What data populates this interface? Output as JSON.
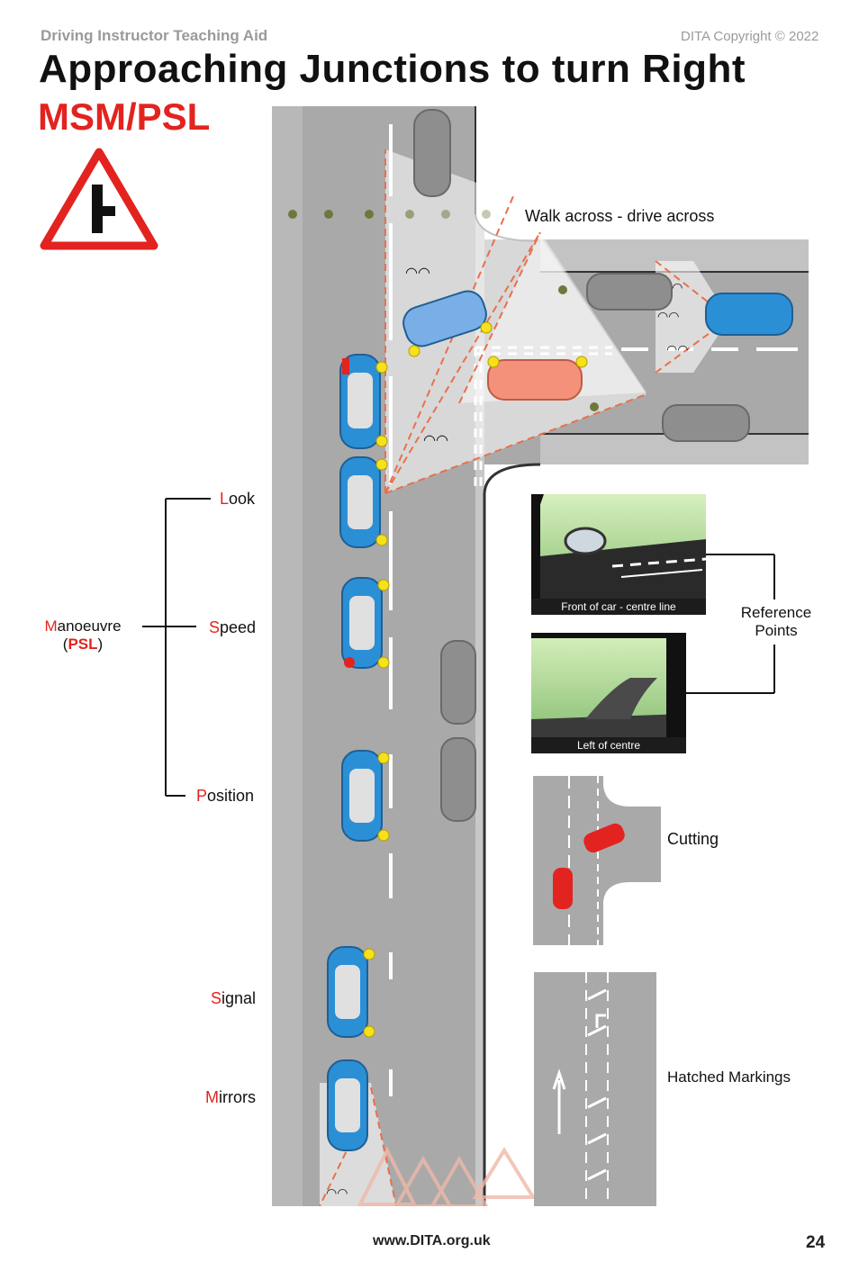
{
  "header": {
    "left": "Driving Instructor Teaching Aid",
    "right": "DITA Copyright © 2022"
  },
  "title": "Approaching Junctions to turn Right",
  "subtitle": "MSM/PSL",
  "diagram": {
    "walk_across": "Walk across - drive across",
    "psl": {
      "manoeuvre": {
        "init": "M",
        "rest": "anoeuvre"
      },
      "psl_open": "(",
      "psl_code": "PSL",
      "psl_close": ")",
      "look": {
        "init": "L",
        "rest": "ook"
      },
      "speed": {
        "init": "S",
        "rest": "peed"
      },
      "position": {
        "init": "P",
        "rest": "osition"
      }
    },
    "msm": {
      "signal": {
        "init": "S",
        "rest": "ignal"
      },
      "mirrors": {
        "init": "M",
        "rest": "irrors"
      }
    },
    "reference": {
      "label_line1": "Reference",
      "label_line2": "Points",
      "caption_front": "Front of car - centre line",
      "caption_left": "Left of centre"
    },
    "cutting": "Cutting",
    "hatched": "Hatched Markings"
  },
  "colors": {
    "accent_red": "#e3231f",
    "road": "#a9a9a9",
    "car_blue": "#2b8fd6"
  },
  "footer": {
    "url": "www.DITA.org.uk",
    "page": "24"
  }
}
